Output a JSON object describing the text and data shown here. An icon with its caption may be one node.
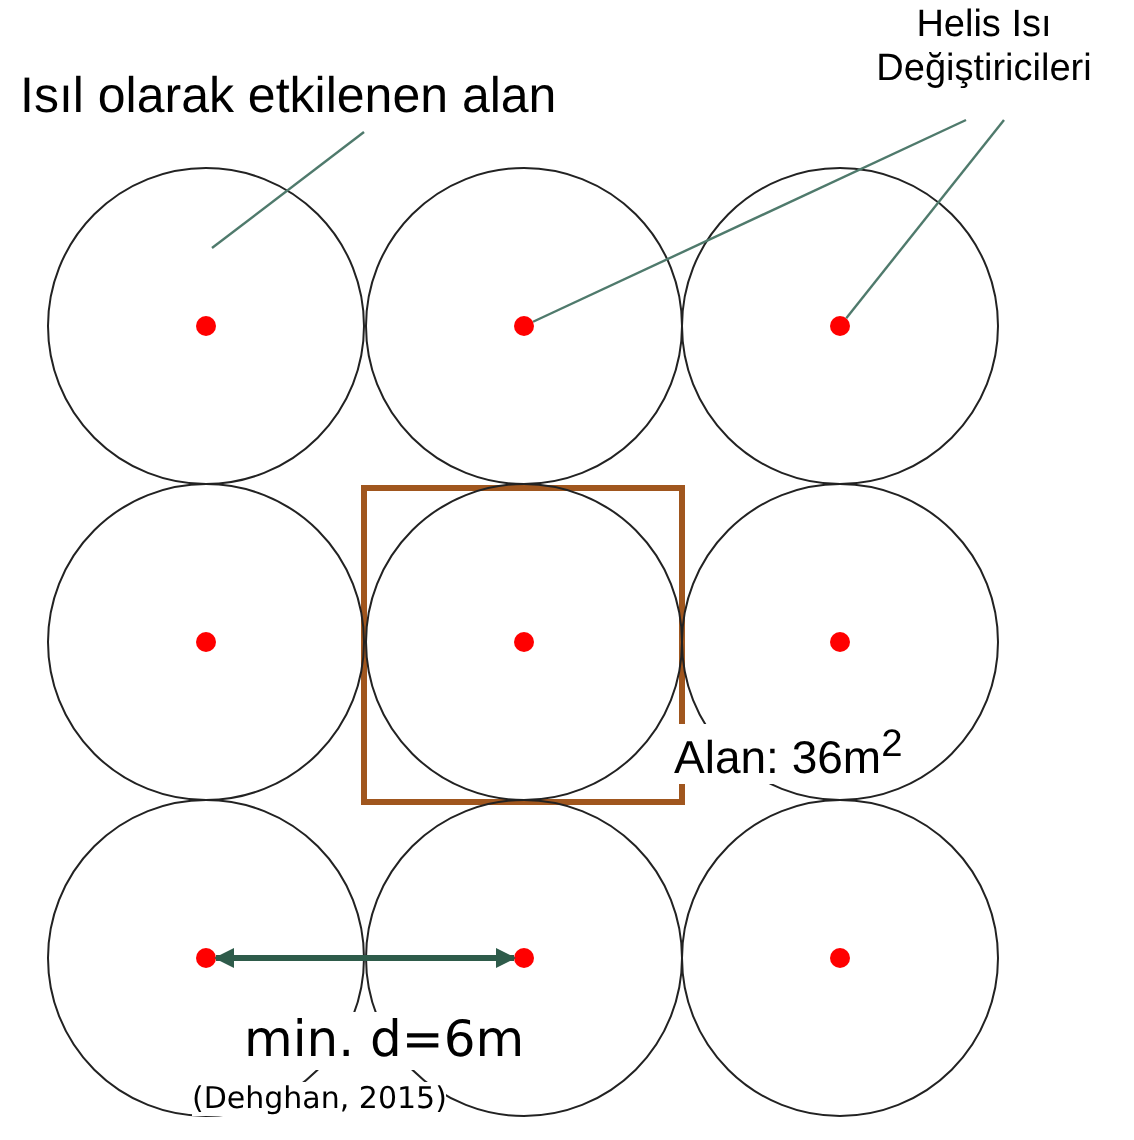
{
  "diagram": {
    "nodes": [
      {
        "text": [
          "Isıl olarak etkilenen alan"
        ]
      },
      {
        "text": [
          "Helis Isı Değiştiricileri"
        ]
      },
      {
        "text": [],
        "shape": "circle"
      },
      {
        "text": [],
        "shape": "circle"
      },
      {
        "text": [],
        "shape": "circle"
      },
      {
        "text": [],
        "shape": "circle"
      },
      {
        "text": [],
        "shape": "circle"
      },
      {
        "text": [],
        "shape": "circle"
      },
      {
        "text": [],
        "shape": "circle"
      },
      {
        "text": [],
        "shape": "circle"
      },
      {
        "text": [],
        "shape": "circle"
      },
      {
        "text": [],
        "shape": "circle",
        "in": 2
      },
      {
        "text": [],
        "shape": "circle",
        "in": 3
      },
      {
        "text": [],
        "shape": "circle",
        "in": 4
      },
      {
        "text": [],
        "shape": "circle",
        "in": 5
      },
      {
        "text": [],
        "shape": "circle",
        "in": 6
      },
      {
        "text": [],
        "shape": "circle",
        "in": 7
      },
      {
        "text": [],
        "shape": "circle",
        "in": 8
      },
      {
        "text": [],
        "shape": "circle",
        "in": 9
      },
      {
        "text": [],
        "shape": "circle",
        "in": 10
      }
    ],
    "edges": [
      {
        "from": 0,
        "to": 2,
        "arrow": "none"
      },
      {
        "from": 1,
        "to": 12,
        "arrow": "none"
      },
      {
        "from": 1,
        "to": 13,
        "arrow": "none"
      },
      {
        "from": 17,
        "to": 18,
        "arrow": "both",
        "style": "thick",
        "color": "#2e5b4a"
      }
    ],
    "labels": [
      "Alan: 36m$^{2}$",
      "min. d=6m",
      "(Dehghan, 2015)"
    ]
  }
}
